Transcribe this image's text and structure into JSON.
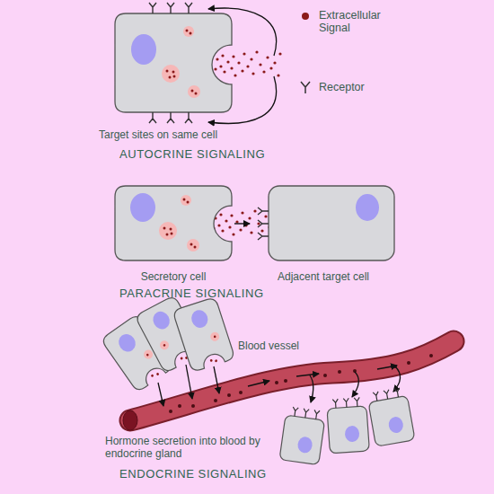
{
  "diagram": {
    "nodes": [
      {
        "text": [
          "Secretory cell"
        ]
      },
      {
        "text": [
          "Adjacent target cell"
        ]
      }
    ],
    "edges": [
      {
        "from": 0,
        "to": 1,
        "arrow": "to"
      }
    ],
    "labels": [
      "Target sites on same cell",
      "AUTOCRINE SIGNALING",
      "PARACRINE SIGNALING",
      "Blood vessel",
      "Hormone secretion into blood by endocrine gland",
      "ENDOCRINE SIGNALING"
    ],
    "legend": [
      {
        "text": "Extracellular Signal",
        "color": "#8b1a1a"
      },
      {
        "text": "Receptor"
      }
    ]
  }
}
